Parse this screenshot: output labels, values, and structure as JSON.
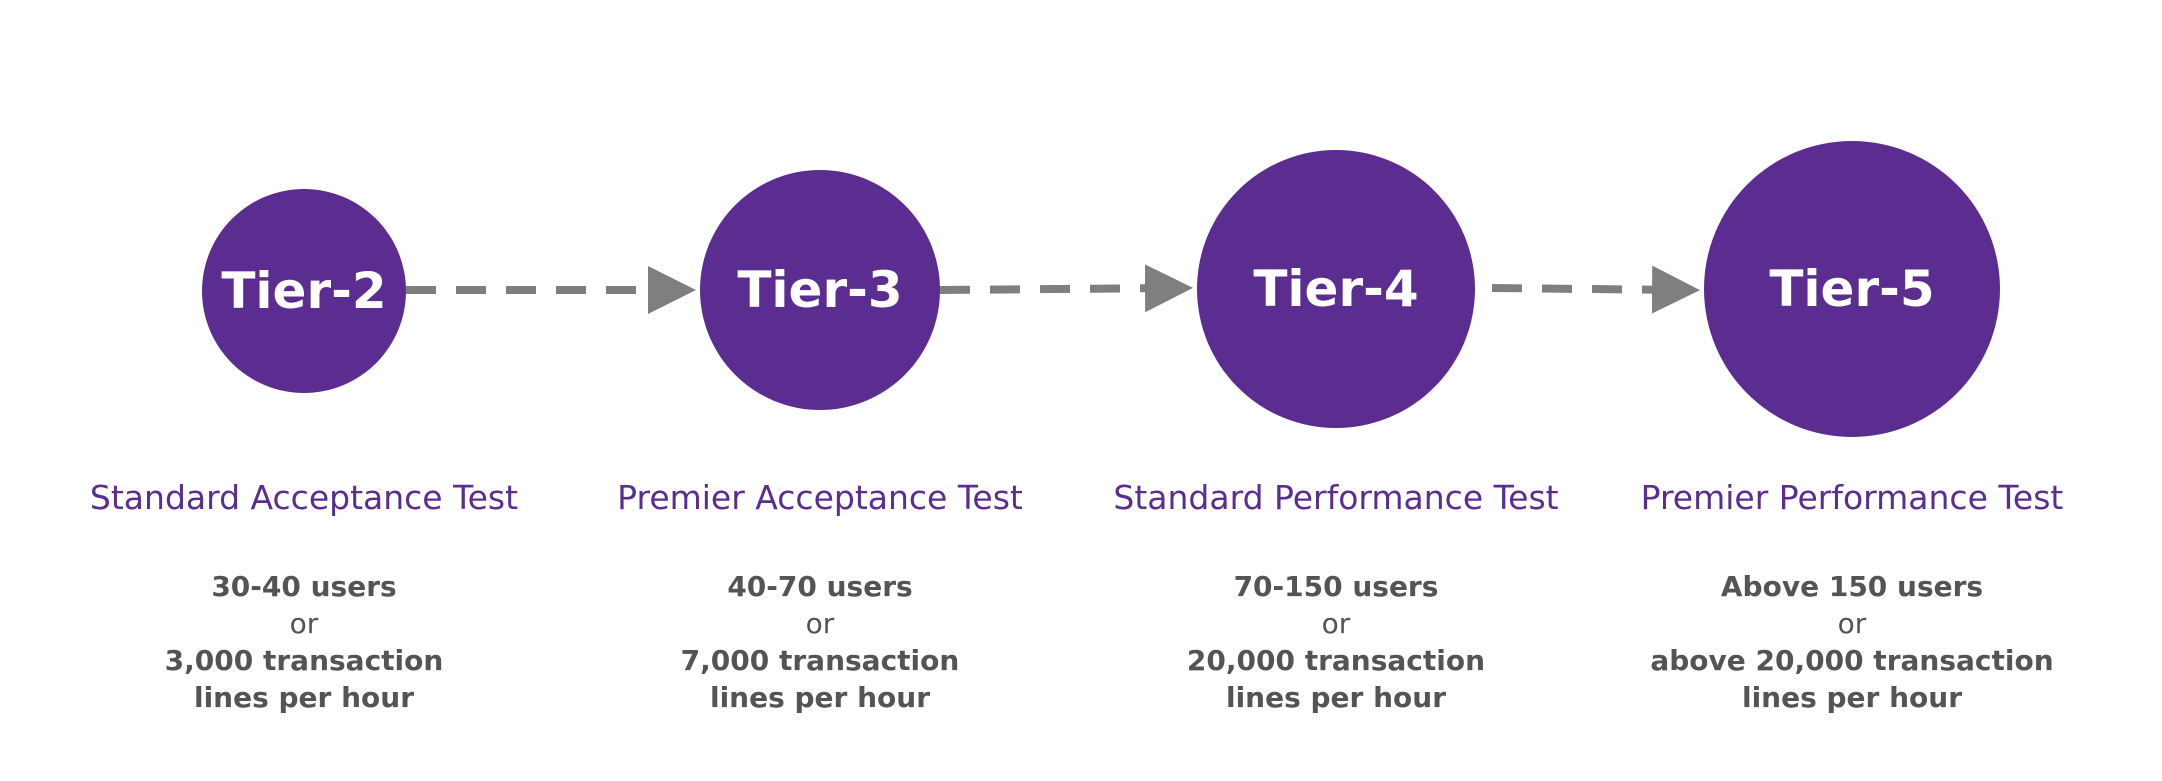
{
  "colors": {
    "circle": "#5c2d91",
    "title": "#5c2d91",
    "details": "#545454",
    "arrow": "#7f7f7f"
  },
  "tiers": [
    {
      "label": "Tier-2",
      "title": "Standard Acceptance Test",
      "users": "30-40 users",
      "or": "or",
      "lines_1": "3,000 transaction",
      "lines_2": "lines per hour"
    },
    {
      "label": "Tier-3",
      "title": "Premier Acceptance Test",
      "users": "40-70 users",
      "or": "or",
      "lines_1": "7,000 transaction",
      "lines_2": "lines per hour"
    },
    {
      "label": "Tier-4",
      "title": "Standard Performance Test",
      "users": "70-150 users",
      "or": "or",
      "lines_1": "20,000 transaction",
      "lines_2": "lines per hour"
    },
    {
      "label": "Tier-5",
      "title": "Premier Performance Test",
      "users": "Above 150 users",
      "or": "or",
      "lines_1": "above 20,000 transaction",
      "lines_2": "lines per hour"
    }
  ]
}
